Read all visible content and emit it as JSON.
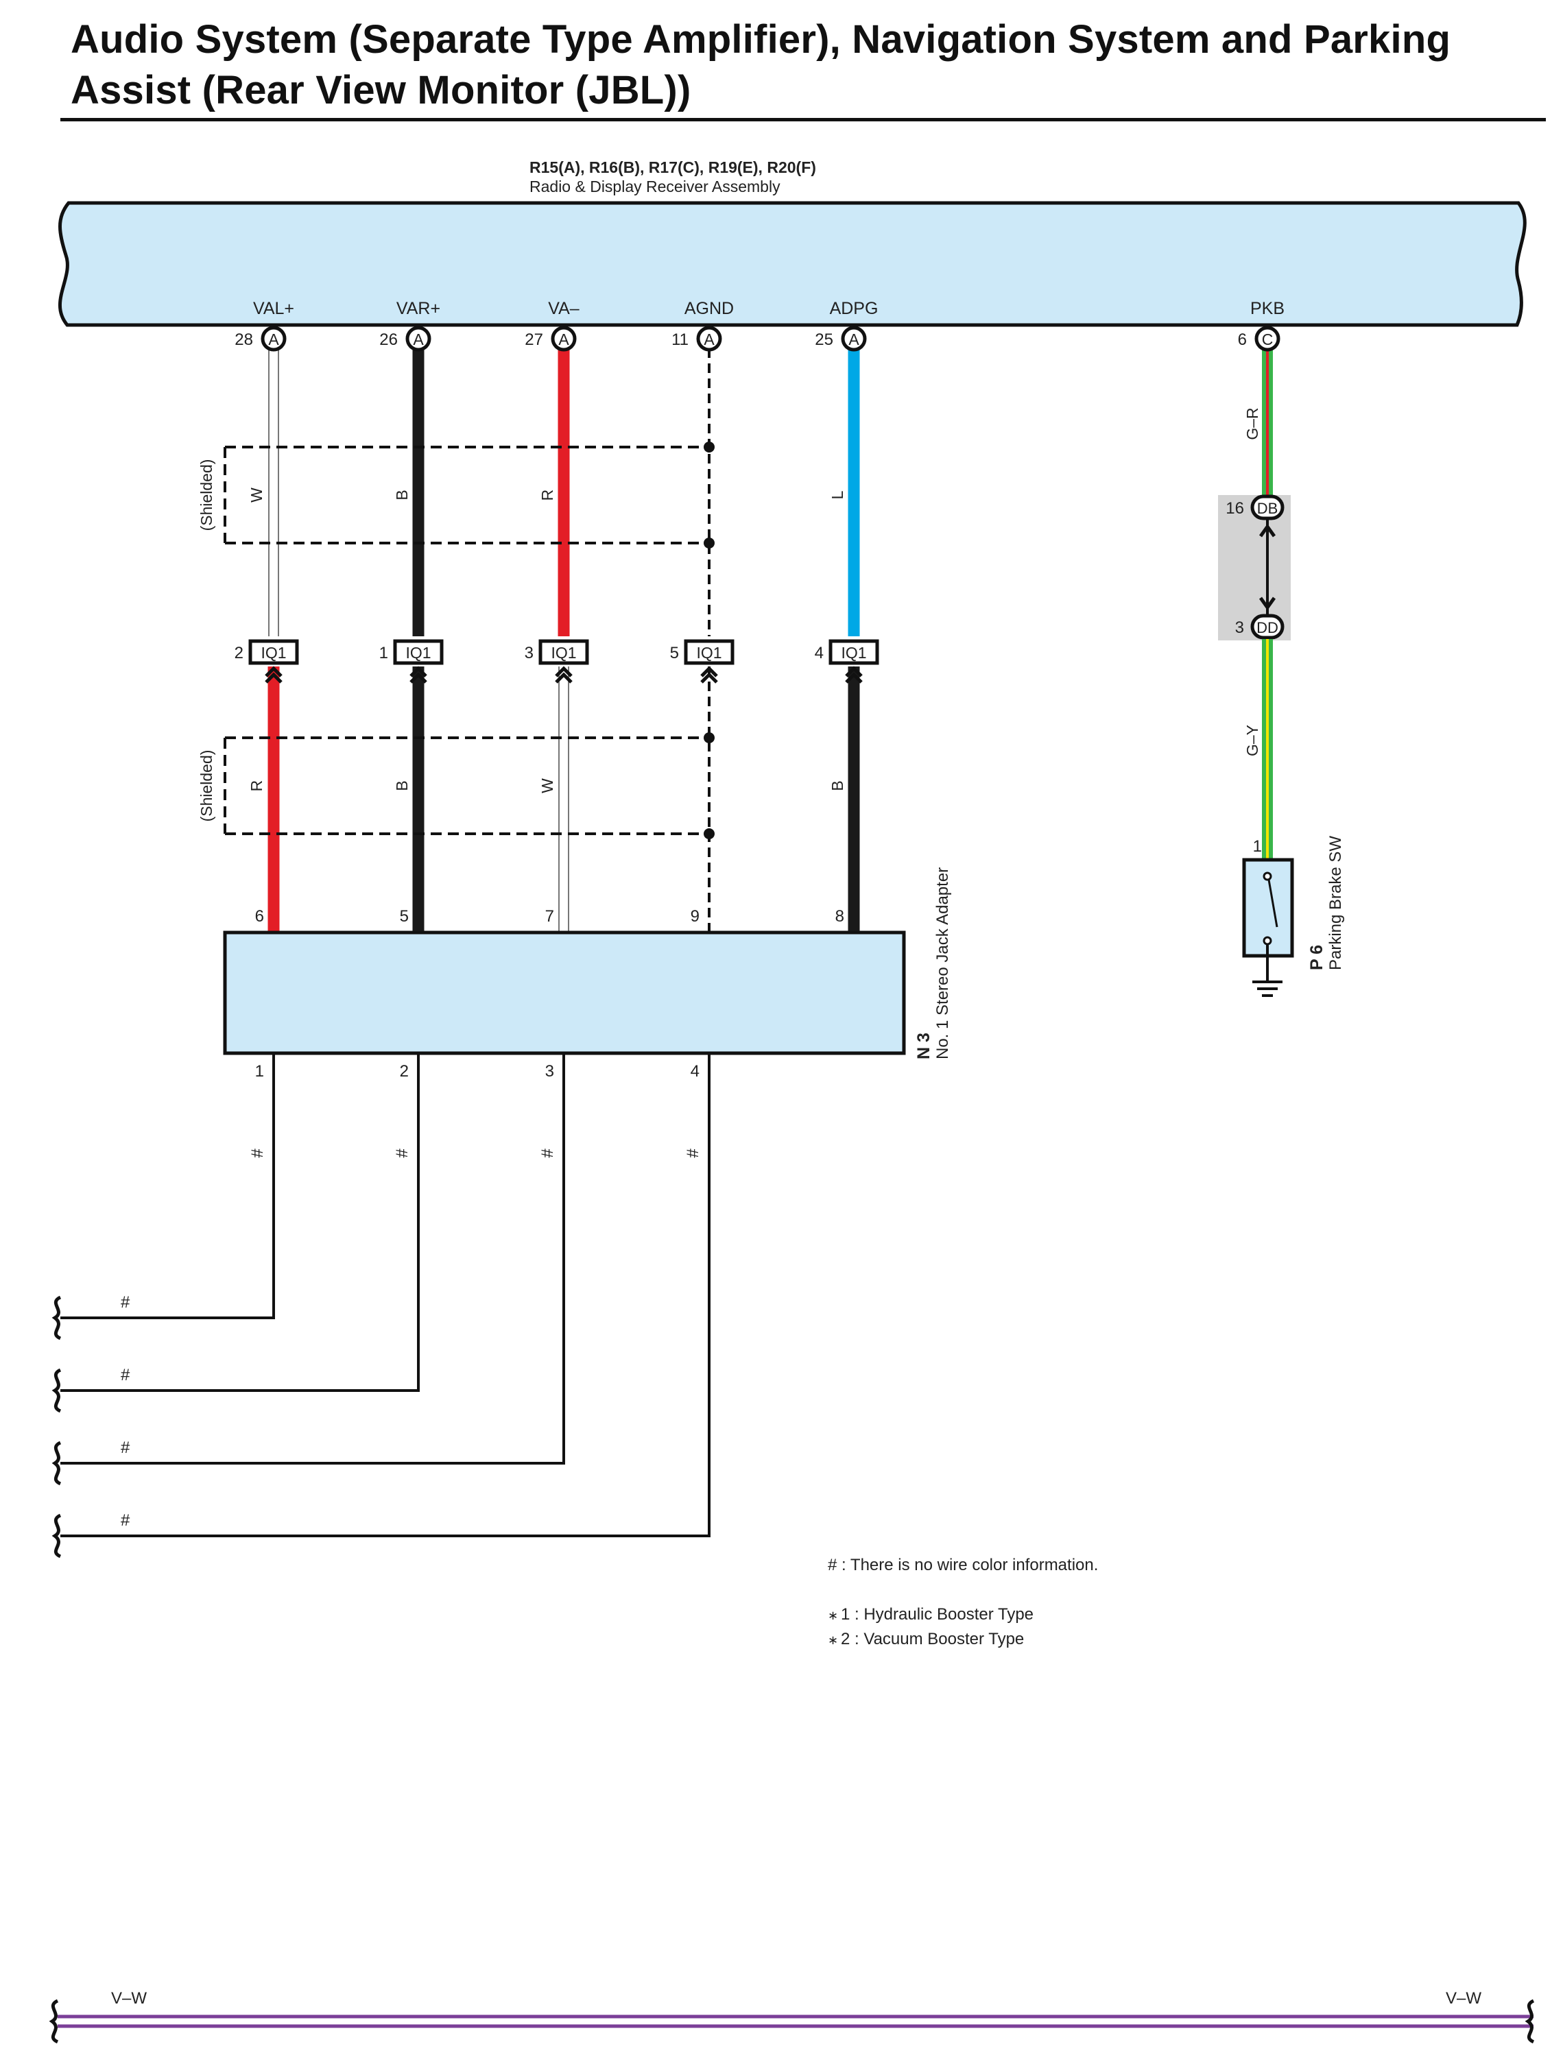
{
  "title": {
    "line1": "Audio System (Separate Type Amplifier), Navigation System and Parking",
    "line2": "Assist (Rear View Monitor (JBL))"
  },
  "receiver": {
    "connectors": "R15(A), R16(B), R17(C), R19(E), R20(F)",
    "name": "Radio & Display Receiver Assembly",
    "pins": [
      {
        "terminal": "VAL+",
        "pin": "28",
        "conn": "A"
      },
      {
        "terminal": "VAR+",
        "pin": "26",
        "conn": "A"
      },
      {
        "terminal": "VA–",
        "pin": "27",
        "conn": "A"
      },
      {
        "terminal": "AGND",
        "pin": "11",
        "conn": "A"
      },
      {
        "terminal": "ADPG",
        "pin": "25",
        "conn": "A"
      },
      {
        "terminal": "PKB",
        "pin": "6",
        "conn": "C"
      }
    ]
  },
  "shielded_label": "(Shielded)",
  "upper_wire_colors": [
    "W",
    "B",
    "R",
    "L"
  ],
  "lower_wire_colors": [
    "R",
    "B",
    "W",
    "B"
  ],
  "iq1": {
    "name": "IQ1",
    "pins": [
      "2",
      "1",
      "3",
      "5",
      "4"
    ]
  },
  "stereo_jack": {
    "code": "N 3",
    "name": "No. 1 Stereo Jack Adapter",
    "top_pins": [
      "6",
      "5",
      "7",
      "9",
      "8"
    ],
    "bottom_pins": [
      "1",
      "2",
      "3",
      "4"
    ]
  },
  "hash_mark": "#",
  "parking_brake": {
    "wire_upper": "G–R",
    "junction_top": {
      "pin": "16",
      "conn": "DB"
    },
    "junction_bottom": {
      "pin": "3",
      "conn": "DD"
    },
    "wire_lower": "G–Y",
    "switch_pin": "1",
    "code": "P 6",
    "name": "Parking Brake SW"
  },
  "notes": {
    "hash": "# : There is no wire color information.",
    "note1_marker": "∗",
    "note1": "1 : Hydraulic Booster Type",
    "note2_marker": "∗",
    "note2": "2 : Vacuum Booster Type"
  },
  "bottom_bus": {
    "left_label": "V–W",
    "right_label": "V–W"
  },
  "colors": {
    "panel_fill": "#cde9f8",
    "wire_red": "#e31e26",
    "wire_black": "#1a1a1a",
    "wire_blue": "#00a8e6",
    "wire_green": "#39b54a",
    "wire_yellow": "#f2e500",
    "wire_violet": "#7b3f98",
    "junction_fill": "#d3d3d3"
  }
}
